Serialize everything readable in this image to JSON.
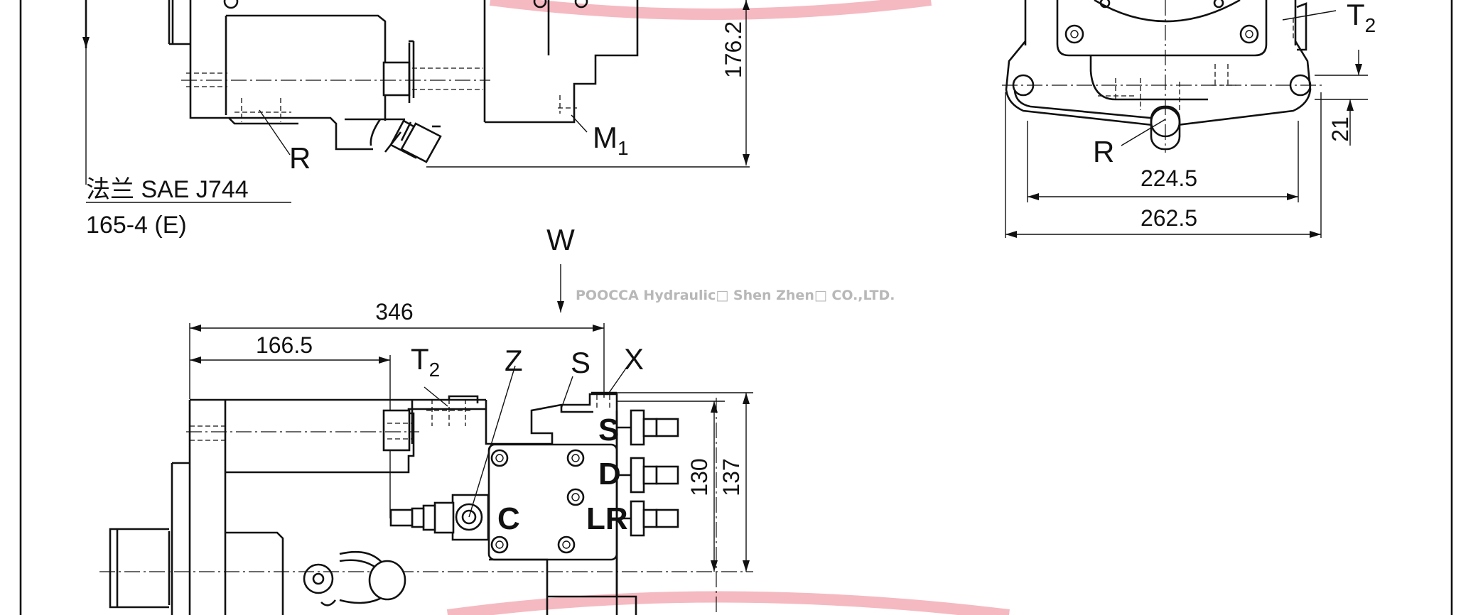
{
  "watermark": {
    "text": "POOCCA Hydraulic□ Shen Zhen□ CO.,LTD.",
    "color": "#b8b8b8"
  },
  "colors": {
    "line": "#111111",
    "arc_accent": "#f5b9c1",
    "background": "#ffffff"
  },
  "top_left_view": {
    "dimension_height": "176.2",
    "port_m1": "M",
    "port_m1_sub": "1",
    "port_r": "R",
    "flange_label": "法兰 SAE J744",
    "flange_spec": "165-4 (E)"
  },
  "top_right_view": {
    "port_t2": "T",
    "port_t2_sub": "2",
    "port_r": "R",
    "dim_small": "21",
    "dim_width_inner": "224.5",
    "dim_width_outer": "262.5"
  },
  "bottom_view": {
    "view_marker": "W",
    "dim_overall_length": "346",
    "dim_partial_length": "166.5",
    "dim_height_a": "130",
    "dim_height_b": "137",
    "port_t2": "T",
    "port_t2_sub": "2",
    "port_z": "Z",
    "port_s": "S",
    "port_x": "X",
    "valve_s": "S",
    "valve_d": "D",
    "valve_lr": "LR",
    "valve_c": "C"
  }
}
